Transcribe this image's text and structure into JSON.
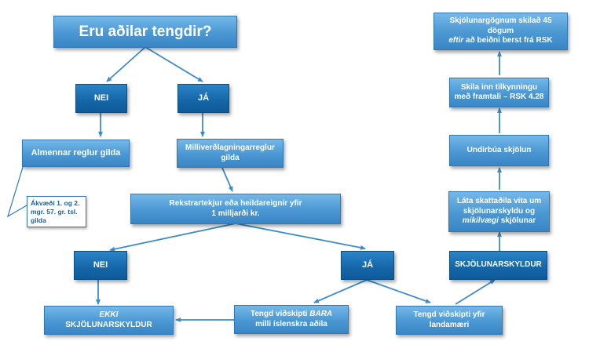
{
  "nodes": {
    "q_affiliated": "Eru aðilar tengdir?",
    "no_1": "NEI",
    "yes_1": "JÁ",
    "general_rules": "Almennar reglur gilda",
    "transfer_pricing_rules": [
      "Milliverðlagningarreglur",
      "gilda"
    ],
    "revenue_threshold": [
      "Rekstrartekjur eða heildareignir yfir",
      "1 milljarði kr."
    ],
    "no_2": "NEI",
    "yes_2": "JÁ",
    "no_doc_obligation": {
      "em": "EKKI",
      "text": "SKJÖLUNARSKYLDUR"
    },
    "domestic_transactions": {
      "pre": "Tengd viðskipti ",
      "em": "BARA",
      "line2": "milli íslenskra aðila"
    },
    "cross_border_transactions": [
      "Tengd viðskipti yfir",
      "landamæri"
    ],
    "doc_obligation": "SKJÖLUNARSKYLDUR",
    "inform_authority": {
      "line1": "Láta skattaðila vita um",
      "line2": "skjölunarskyldu og",
      "em": "mikilvægi",
      "post": " skjölunar"
    },
    "prepare_docs": "Undirbúa skjölun",
    "submit_notice": [
      "Skila inn tilkynningu",
      "með framtali – RSK 4.28"
    ],
    "deliver_docs": {
      "line1": "Skjölunargögnum skilað 45 dögum",
      "em": "eftir",
      "post": " að beiðni berst frá RSK"
    }
  },
  "note": [
    "Ákvæði 1. og 2.",
    "mgr. 57. gr. tsl.",
    "gilda"
  ],
  "colors": {
    "light_box": "#4a97d3",
    "dark_box": "#1466a8",
    "connector": "#3d8cc8"
  }
}
